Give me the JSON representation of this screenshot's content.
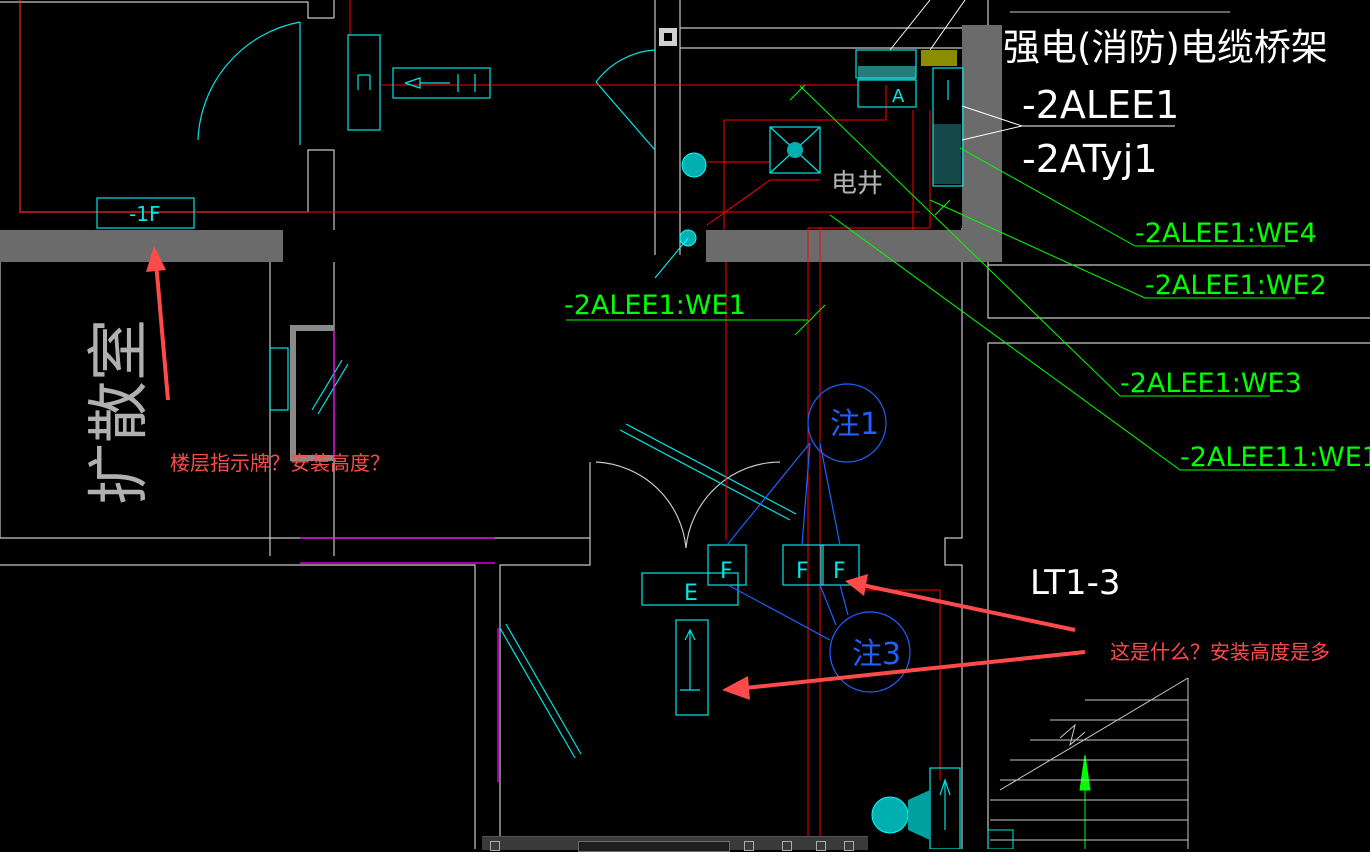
{
  "drawing": {
    "labels": {
      "tray_title": "强电(消防)电缆桥架",
      "riser_main": "-2ALEE1",
      "riser_sub": "-2ATyj1",
      "shaft": "电井",
      "room": "扩散室",
      "floor_code": "-1F",
      "we4": "-2ALEE1:WE4",
      "we2": "-2ALEE1:WE2",
      "we3": "-2ALEE1:WE3",
      "we1_right": "-2ALEE11:WE1",
      "we1_left": "-2ALEE1:WE1",
      "note1": "注1",
      "note3": "注3",
      "elevator": "LT1-3",
      "box_f": "F",
      "box_e": "E",
      "box_a": "A",
      "box_1f": "-1F"
    }
  },
  "annotations": {
    "left_question": "楼层指示牌？安装高度？",
    "right_question": "这是什么？安装高度是多"
  },
  "colors": {
    "background": "#000000",
    "wall": "#c8c8c8",
    "wall_fill": "#6b6b6b",
    "cyan": "#00ffff",
    "red_line": "#ff0000",
    "green_text": "#00ff00",
    "blue": "#2060ff",
    "magenta": "#ff00ff",
    "annotation": "#ff4a4a",
    "yellow": "#ffff00"
  }
}
